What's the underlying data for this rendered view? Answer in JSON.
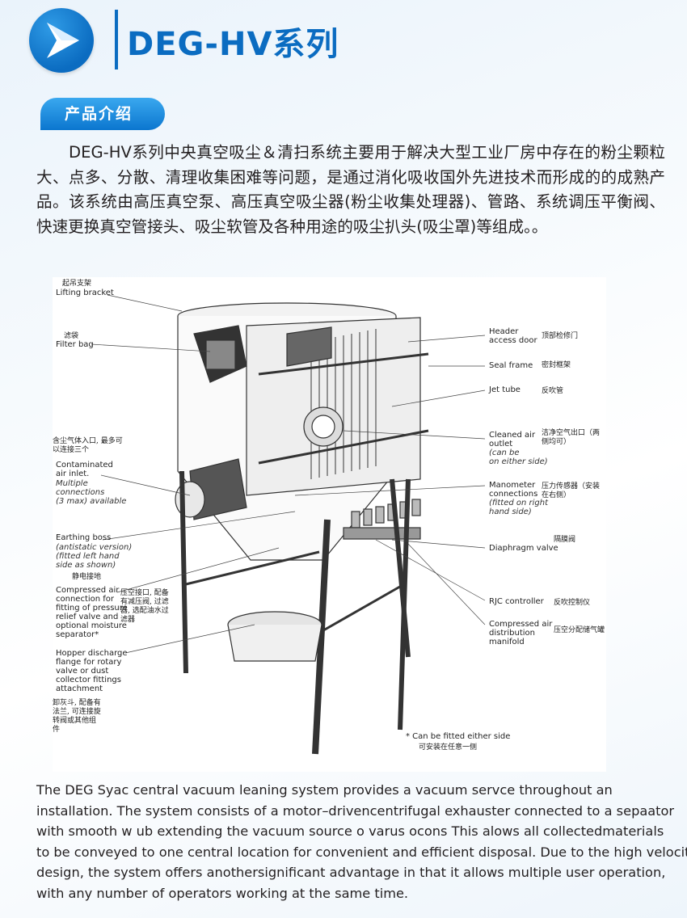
{
  "header": {
    "title": "DEG-HV系列",
    "logo_icon": "chevron-right-icon",
    "accent_color": "#0b6cc1"
  },
  "section": {
    "label": "产品介绍"
  },
  "intro_text": "　　DEG-HV系列中央真空吸尘＆清扫系统主要用于解决大型工业厂房中存在的粉尘颗粒大、点多、分散、清理收集困难等问题，是通过消化吸收国外先进技术而形成的的成熟产品。该系统由高压真空泵、高压真空吸尘器(粉尘收集处理器)、管路、系统调压平衡阀、快速更换真空管接头、吸尘软管及各种用途的吸尘扒头(吸尘罩)等组成。。",
  "diagram": {
    "labels": {
      "lifting_cn": "起吊支架",
      "lifting_en": "Lifting bracket",
      "filter_cn": "滤袋",
      "filter_en": "Filter bag",
      "inlet_cn": "含尘气体入口, 最多可\n以连接三个",
      "inlet_en": "Contaminated\nair inlet.",
      "inlet_it": "Multiple\nconnections\n(3 max) available",
      "earth_en": "Earthing boss",
      "earth_it": "(antistatic version)\n(fitted left hand\nside as shown)",
      "earth_cn": "静电接地",
      "compressed_en": "Compressed air\nconnection for\nfitting of pressure\nrelief valve and\noptional moisture\nseparator*",
      "compressed_cn": "压空接口, 配备\n有减压阀, 过滤\n器, 选配油水过\n滤器",
      "hopper_en": "Hopper discharge\nflange for rotary\nvalve or dust\ncollector fittings\nattachment",
      "hopper_cn": "卸灰斗, 配备有\n法兰, 可连接旋\n转阀或其他组\n件",
      "header_en": "Header\naccess door",
      "header_cn": "顶部检修门",
      "seal_en": "Seal frame",
      "seal_cn": "密封框架",
      "jet_en": "Jet tube",
      "jet_cn": "反吹管",
      "cleaned_en": "Cleaned air\noutlet",
      "cleaned_it": "(can be\non either side)",
      "cleaned_cn": "洁净空气出口（两\n侧均可）",
      "manometer_en": "Manometer\nconnections",
      "manometer_it": "(fitted on right\nhand side)",
      "manometer_cn": "压力传感器（安装\n在右侧）",
      "diaphragm_en": "Diaphragm valve",
      "diaphragm_cn": "隔膜阀",
      "rjc_en": "RJC controller",
      "rjc_cn": "反吹控制仪",
      "manifold_en": "Compressed air\ndistribution\nmanifold",
      "manifold_cn": "压空分配储气罐",
      "note_en": "* Can be fitted either side",
      "note_cn": "可安装在任意一侧"
    }
  },
  "english_lines": [
    "The DEG Syac central vacuum leaning system provides a vacuum servce throughout an",
    "installation. The system consists of a motor–drivencentrifugal exhauster connected to a sepaator",
    "with smooth w ub extending the vacuum source o varus ocons This alows all collectedmaterials",
    "to be conveyed to one central location for convenient and efficient disposal. Due to the high velocity",
    "design, the system offers anothersignificant advantage in that it allows multiple user operation,",
    "with any number of operators working at the same time."
  ]
}
